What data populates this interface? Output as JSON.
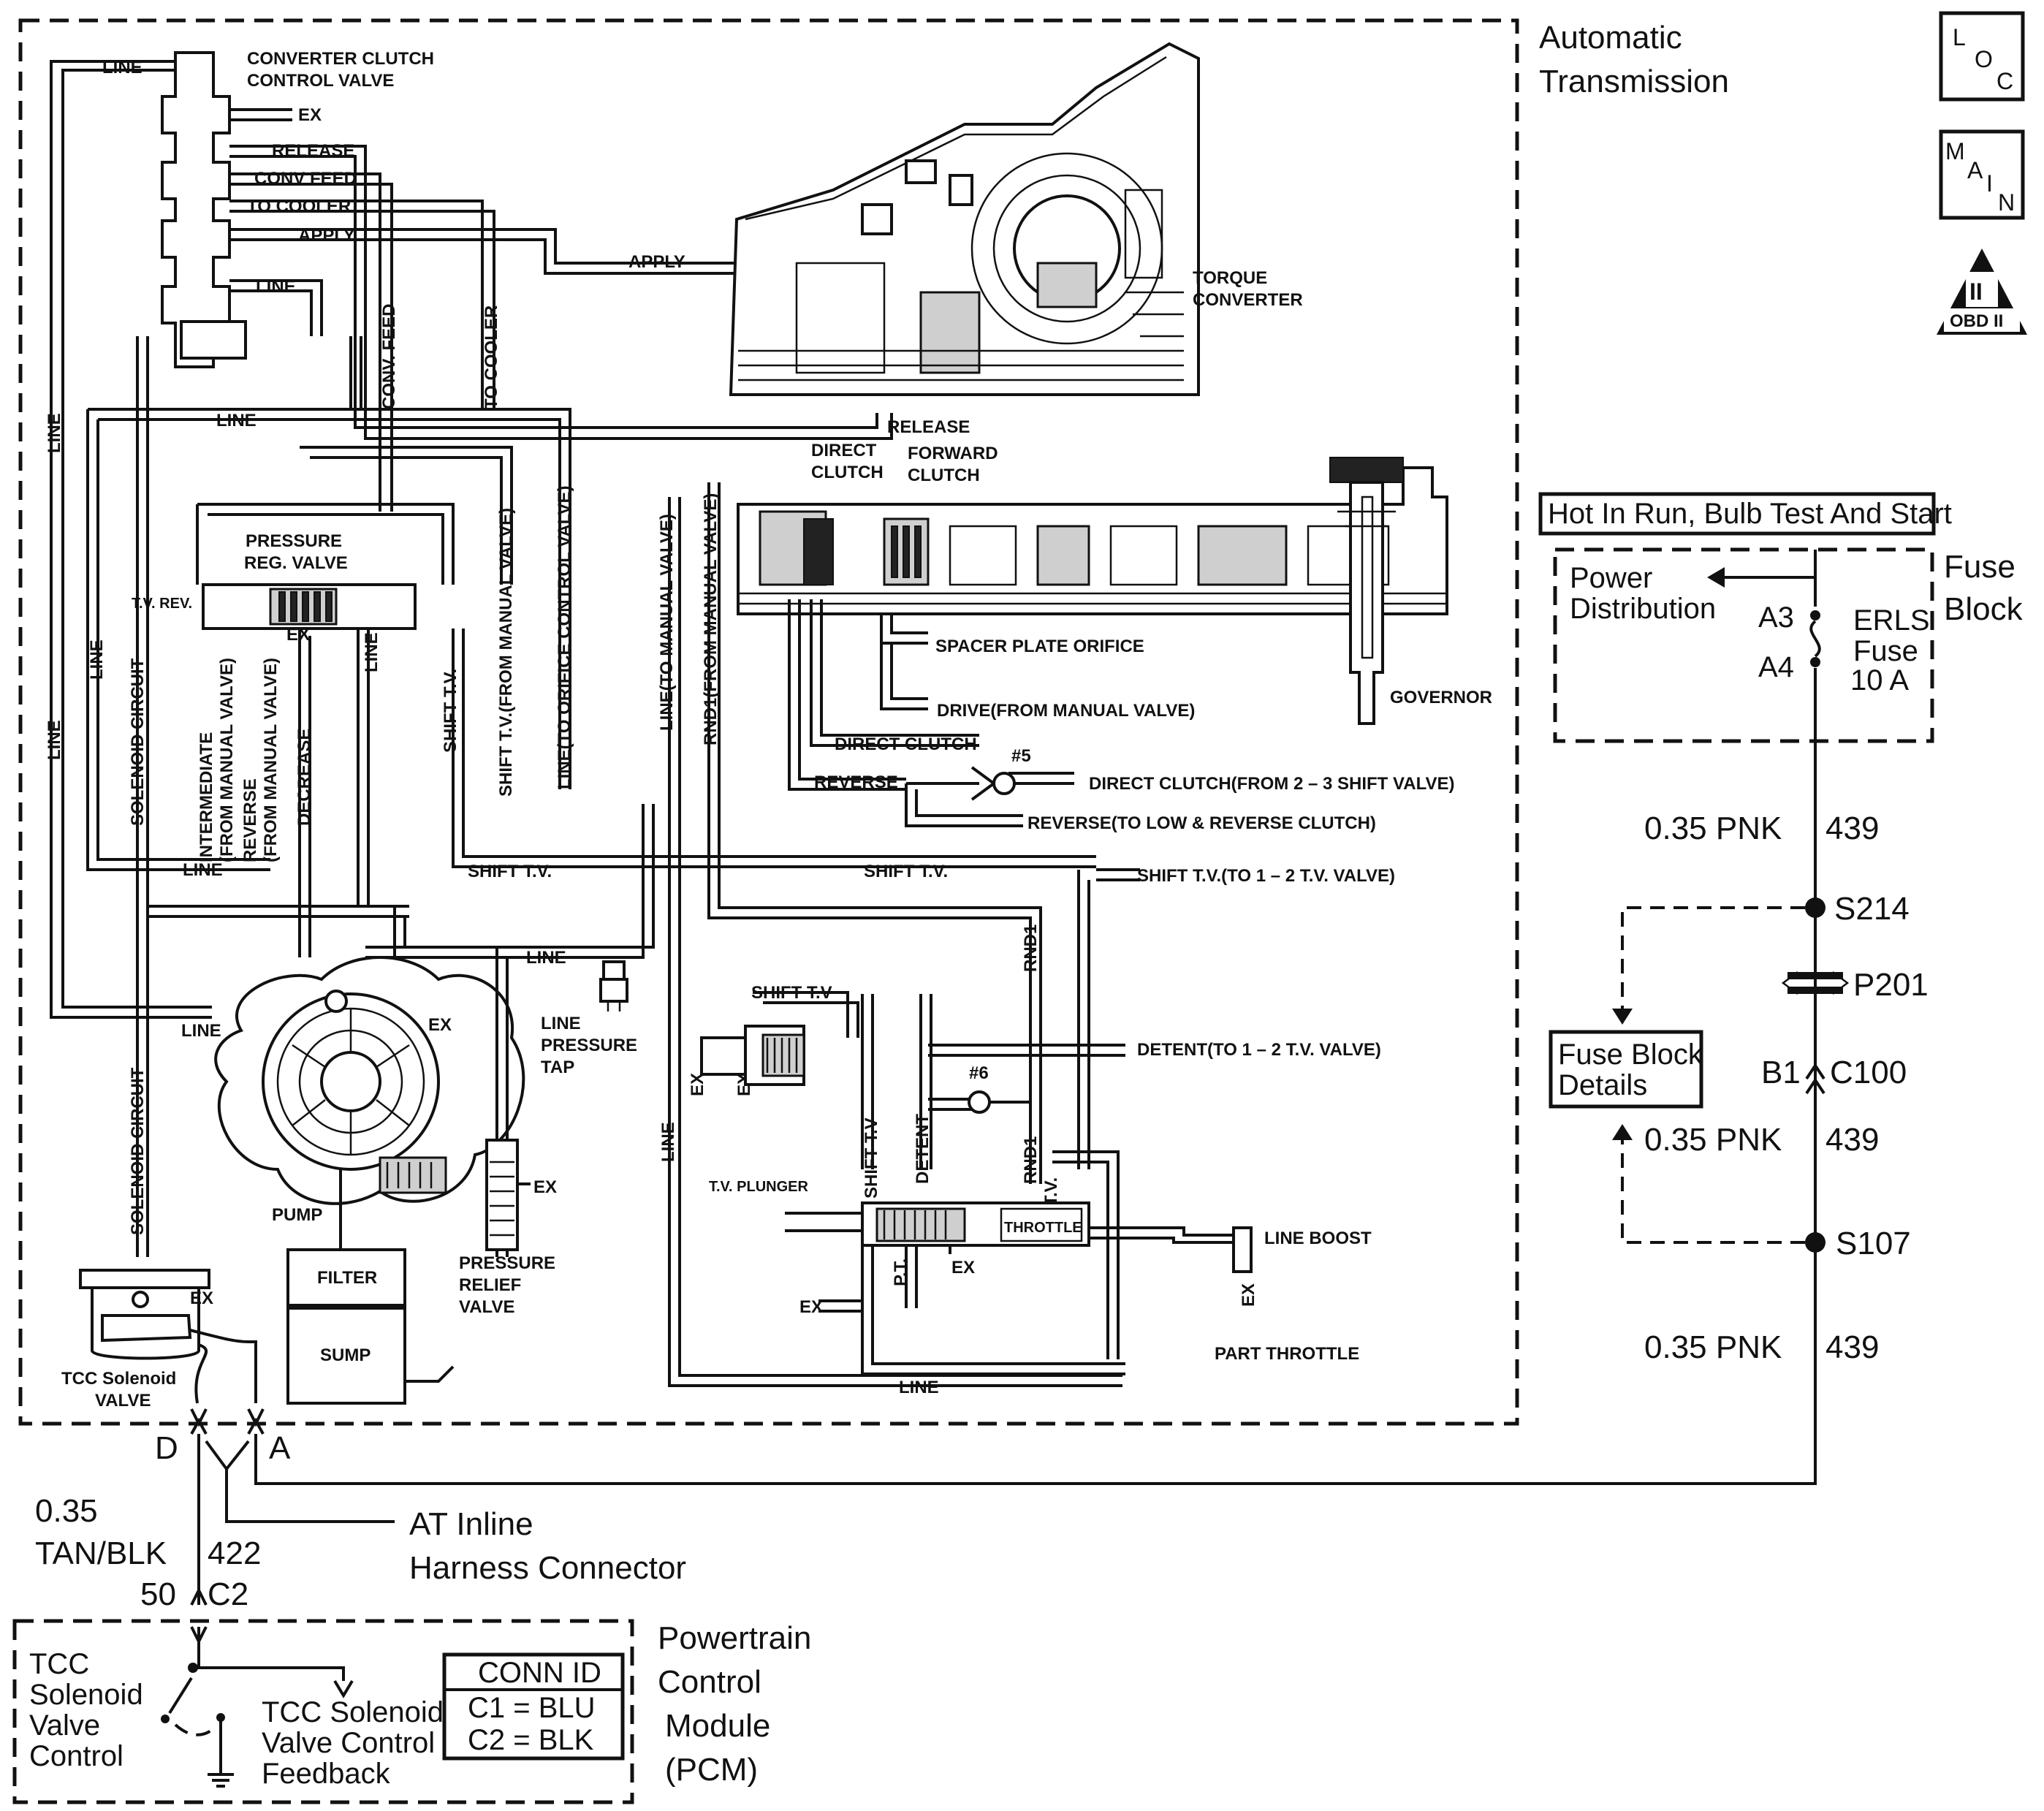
{
  "side_icons": {
    "loc": {
      "l1": "L",
      "l2": "O",
      "l3": "C"
    },
    "main": {
      "l1": "M",
      "l2": "A",
      "l3": "I",
      "l4": "N"
    },
    "obd": {
      "roman": "II",
      "label": "OBD II"
    }
  },
  "regions": {
    "transmission": [
      "Automatic",
      "Transmission"
    ],
    "fuse_block": [
      "Fuse",
      "Block"
    ],
    "pcm": [
      "Powertrain",
      "Control",
      "Module",
      "(PCM)"
    ]
  },
  "hydraulic": {
    "converter_clutch_valve": [
      "CONVERTER CLUTCH",
      "CONTROL VALVE"
    ],
    "line": "LINE",
    "ex": "EX",
    "release": "RELEASE",
    "conv_feed": "CONV FEED",
    "to_cooler_h": "TO COOLER",
    "apply": "APPLY",
    "torque_converter": [
      "TORQUE",
      "CONVERTER"
    ],
    "conv_feed_v": "CONV. FEED",
    "to_cooler_v": "TO COOLER",
    "pressure_reg_valve": [
      "PRESSURE",
      "REG. VALVE"
    ],
    "tv_rev": "T.V. REV.",
    "shift_tv_from_manual": "SHIFT T.V.(FROM MANUAL VALVE)",
    "line_to_orifice": "LINE(TO ORIFICE CONTROL VALVE)",
    "line_to_manual": "LINE(TO MANUAL VALVE)",
    "rnd1_from_manual": "RND1(FROM MANUAL VALVE)",
    "direct_clutch": [
      "DIRECT",
      "CLUTCH"
    ],
    "forward_clutch": [
      "FORWARD",
      "CLUTCH"
    ],
    "spacer_plate_orifice": "SPACER PLATE ORIFICE",
    "drive_from_manual": "DRIVE(FROM MANUAL VALVE)",
    "governor": "GOVERNOR",
    "direct_clutch_label": "DIRECT CLUTCH",
    "check_5": "#5",
    "reverse": "REVERSE",
    "direct_clutch_23": "DIRECT CLUTCH(FROM 2 – 3 SHIFT VALVE)",
    "reverse_to_low": "REVERSE(TO LOW & REVERSE CLUTCH)",
    "solenoid_circuit": "SOLENOID CIRCUIT",
    "intermediate_manual": [
      "INTERMEDIATE",
      "(FROM MANUAL VALVE)"
    ],
    "reverse_manual": [
      "REVERSE",
      "(FROM MANUAL VALVE)"
    ],
    "decrease": "DECREASE",
    "shift_tv": "SHIFT T.V.",
    "shift_tv_plain": "SHIFT T.V",
    "shift_tv_to_12": "SHIFT T.V.(TO 1 – 2 T.V. VALVE)",
    "rnd1": "RND1",
    "line_pressure_tap": [
      "LINE",
      "PRESSURE",
      "TAP"
    ],
    "detent_to_12": "DETENT(TO 1 – 2 T.V. VALVE)",
    "check_6": "#6",
    "detent": "DETENT",
    "tv": "T.V.",
    "tv_plunger": "T.V. PLUNGER",
    "throttle": "THROTTLE",
    "pt": "P.T.",
    "line_boost": "LINE BOOST",
    "part_throttle": "PART THROTTLE",
    "pump": "PUMP",
    "filter": "FILTER",
    "sump": "SUMP",
    "pressure_relief_valve": [
      "PRESSURE",
      "RELIEF",
      "VALVE"
    ],
    "tcc_solenoid_valve": [
      "TCC Solenoid",
      "VALVE"
    ]
  },
  "connector": {
    "pin_d": "D",
    "pin_a": "A",
    "name": [
      "AT Inline",
      "Harness Connector"
    ]
  },
  "wire_left": {
    "gauge": "0.35",
    "color": "TAN/BLK",
    "circuit": "422",
    "pin": "50",
    "conn": "C2"
  },
  "fuse_block": {
    "header": "Hot In Run, Bulb Test And Start",
    "power_distribution": [
      "Power",
      "Distribution"
    ],
    "a3": "A3",
    "a4": "A4",
    "fuse": [
      "ERLS",
      "Fuse",
      "10 A"
    ]
  },
  "wire_right": {
    "w1_gauge_color": "0.35 PNK",
    "w1_circuit": "439",
    "splice1": "S214",
    "p201": "P201",
    "b1": "B1",
    "c100": "C100",
    "w2_gauge_color": "0.35 PNK",
    "w2_circuit": "439",
    "splice2": "S107",
    "w3_gauge_color": "0.35 PNK",
    "w3_circuit": "439"
  },
  "fuse_block_details": [
    "Fuse Block",
    "Details"
  ],
  "pcm": {
    "tcc_control": [
      "TCC",
      "Solenoid",
      "Valve",
      "Control"
    ],
    "tcc_feedback": [
      "TCC Solenoid",
      "Valve Control",
      "Feedback"
    ],
    "conn_id_title": "CONN ID",
    "c1": "C1 = BLU",
    "c2": "C2 = BLK"
  }
}
